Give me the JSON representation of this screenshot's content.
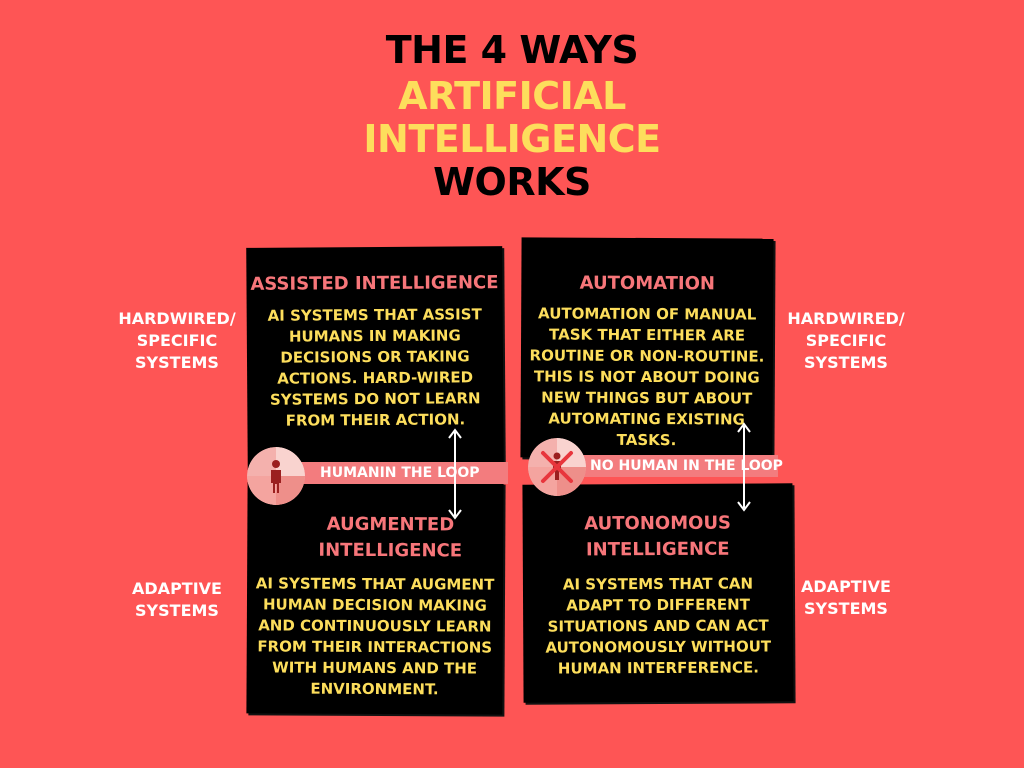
{
  "title": {
    "line1": "THE 4 WAYS",
    "line2": "ARTIFICIAL",
    "line3": "INTELLIGENCE",
    "line4": "WORKS"
  },
  "side_labels": {
    "top_left": "HARDWIRED/ SPECIFIC SYSTEMS",
    "bottom_left": "ADAPTIVE SYSTEMS",
    "top_right": "HARDWIRED/ SPECIFIC SYSTEMS",
    "bottom_right": "ADAPTIVE SYSTEMS"
  },
  "quadrants": {
    "assisted": {
      "heading": "ASSISTED INTELLIGENCE",
      "text": "AI SYSTEMS THAT ASSIST HUMANS IN MAKING DECISIONS OR TAKING ACTIONS. HARD-WIRED SYSTEMS DO NOT LEARN FROM THEIR ACTION."
    },
    "automation": {
      "heading": "AUTOMATION",
      "text": "AUTOMATION OF MANUAL TASK THAT EITHER ARE ROUTINE OR NON-ROUTINE. THIS IS NOT ABOUT DOING NEW THINGS BUT ABOUT AUTOMATING EXISTING TASKS."
    },
    "augmented": {
      "heading": "AUGMENTED INTELLIGENCE",
      "text": "AI SYSTEMS THAT AUGMENT HUMAN DECISION MAKING AND CONTINUOUSLY LEARN FROM THEIR INTERACTIONS WITH HUMANS AND THE ENVIRONMENT."
    },
    "autonomous": {
      "heading": "AUTONOMOUS INTELLIGENCE",
      "text": "AI SYSTEMS THAT CAN ADAPT TO DIFFERENT SITUATIONS AND CAN ACT AUTONOMOUSLY WITHOUT HUMAN INTERFERENCE."
    }
  },
  "connectors": {
    "left": "HUMANIN THE LOOP",
    "right": "NO HUMAN IN THE LOOP"
  },
  "icons": {
    "left": "human-figure-icon",
    "right": "crossed-human-figure-icon",
    "arrows": "double-arrow-icon"
  },
  "colors": {
    "background": "#fe5555",
    "heading_accent": "#f7767a",
    "body_text": "#fdde5c",
    "box": "#000000"
  }
}
